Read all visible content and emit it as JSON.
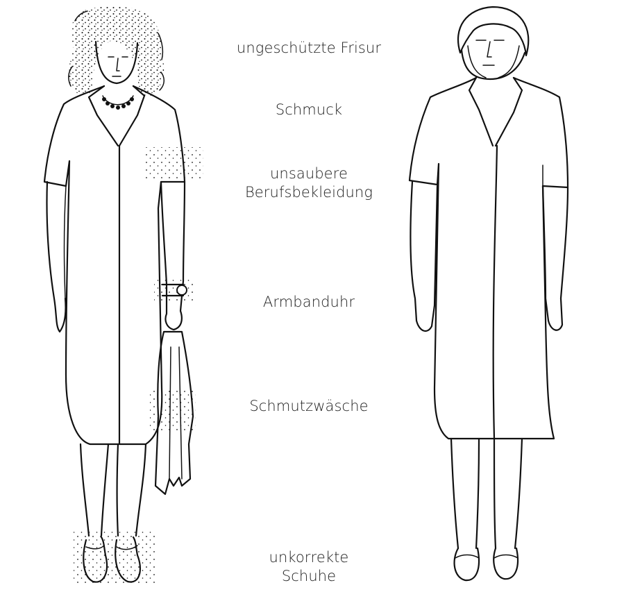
{
  "labels": {
    "hair": "ungeschützte Frisur",
    "jewelry": "Schmuck",
    "clothing_line1": "unsaubere",
    "clothing_line2": "Berufsbekleidung",
    "watch": "Armbanduhr",
    "laundry": "Schmutzwäsche",
    "shoes_line1": "unkorrekte",
    "shoes_line2": "Schuhe"
  },
  "colors": {
    "ink": "#111111",
    "text": "#1e1e1e",
    "background": "#ffffff"
  }
}
